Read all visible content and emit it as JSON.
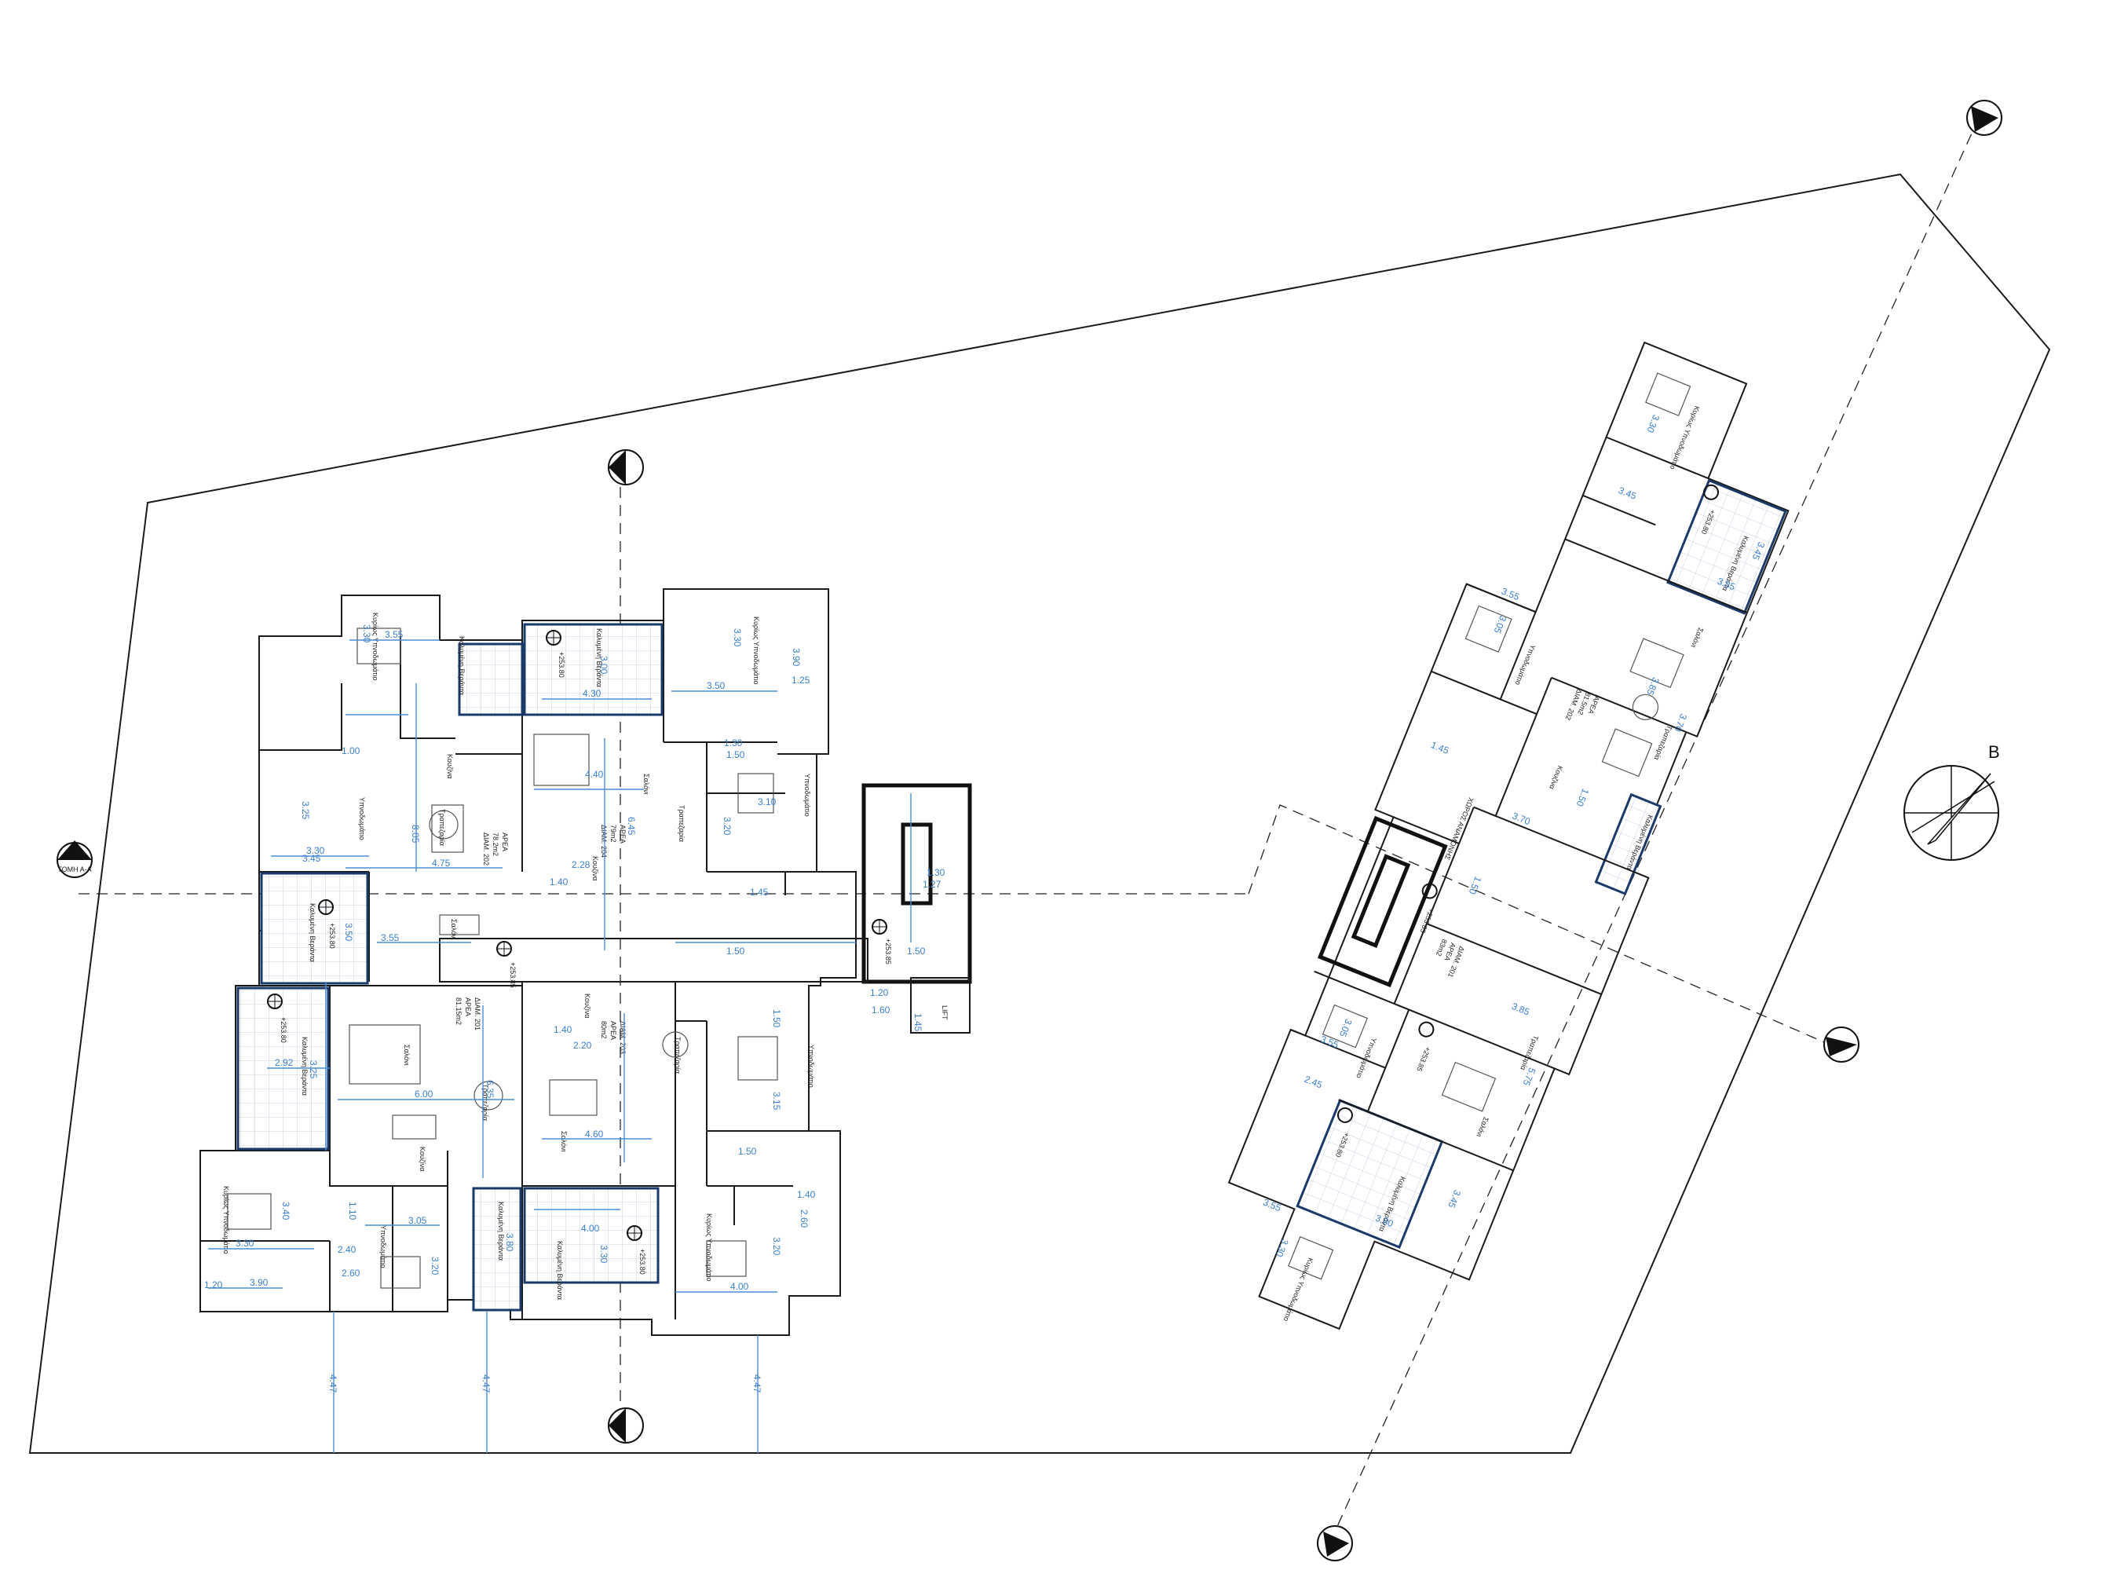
{
  "units": {
    "u202": {
      "title": "ΔΙΑΜ. 202",
      "area_label": "ΑΡΕΑ",
      "area": "78.2m2"
    },
    "u204": {
      "title": "ΔΙΑΜ. 204",
      "area_label": "ΑΡΕΑ",
      "area": "79m2"
    },
    "u201": {
      "title": "ΔΙΑΜ. 201",
      "area_label": "ΑΡΕΑ",
      "area": "81.15m2"
    },
    "u203": {
      "title": "ΔΙΑΜ. 203",
      "area_label": "ΑΡΕΑ",
      "area": "80m2"
    },
    "r202": {
      "title": "ΔΙΑΜ. 202",
      "area_label": "ΑΡΕΑ",
      "area": "81.5m2"
    },
    "r201": {
      "title": "ΔΙΑΜ. 201",
      "area_label": "ΑΡΕΑ",
      "area": "83m2"
    }
  },
  "rooms": {
    "bedroom": "Υπνοδωμάτιο",
    "master_bedroom": "Κυρίως Υπνοδωμάτιο",
    "living": "Σαλόνι",
    "dining": "Τραπεζαρία",
    "kitchen": "Κουζίνα",
    "veranda": "Καλυμένη Βεράντα",
    "lift": "LIFT",
    "lobby": "ΧΩΡΟΣ ΑΝΑΜΟΝΗΣ",
    "shaft": "ΑΓΩΓΟΣ ΒΕΡΑΝΤΑΣ"
  },
  "levels": {
    "balcony": "+253.80",
    "floor": "+253.85"
  },
  "sections": {
    "aa": "ΤΟΜΗ Α-Α",
    "b": "Β"
  },
  "dims": {
    "d355": "3.55",
    "d330": "3.30",
    "d300": "3.00",
    "d430": "4.30",
    "d350": "3.50",
    "d390": "3.90",
    "d125": "1.25",
    "d100": "1.00",
    "d140": "1.40",
    "d150": "1.50",
    "d325": "3.25",
    "d805": "8.05",
    "d440": "4.40",
    "d645": "6.45",
    "d310": "3.10",
    "d320": "3.20",
    "d475": "4.75",
    "d228": "2.28",
    "d345": "3.45",
    "d127": "1.27",
    "d130": "1.30",
    "d160": "1.60",
    "d145": "1.45",
    "d120": "1.20",
    "d292": "2.92",
    "d635": "6.35",
    "d600": "6.00",
    "d220": "2.20",
    "d460": "4.60",
    "d315": "3.15",
    "d340": "3.40",
    "d305": "3.05",
    "d110": "1.10",
    "d240": "2.40",
    "d260": "2.60",
    "d400": "4.00",
    "d447": "4.47",
    "d385": "3.85",
    "d370": "3.70",
    "d575": "5.75",
    "d245": "2.45",
    "d380": "3.80",
    "d305b": "3.05"
  }
}
